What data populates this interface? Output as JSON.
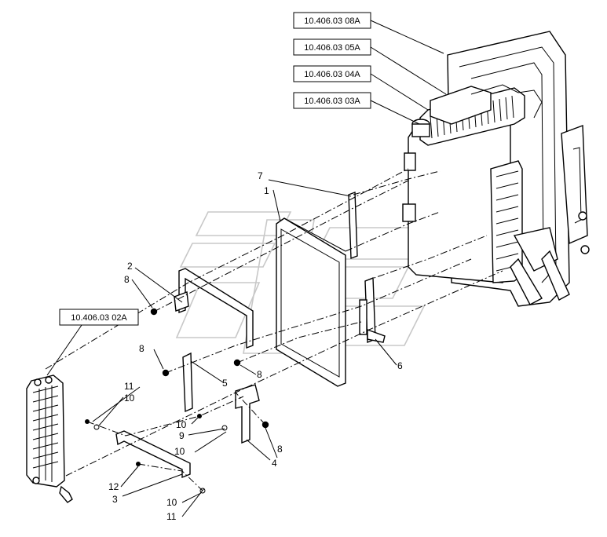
{
  "references": {
    "ref_08a": "10.406.03 08A",
    "ref_05a": "10.406.03 05A",
    "ref_04a": "10.406.03 04A",
    "ref_03a": "10.406.03 03A",
    "ref_02a": "10.406.03 02A"
  },
  "callouts": {
    "c1": "1",
    "c2": "2",
    "c3": "3",
    "c4": "4",
    "c5": "5",
    "c6": "6",
    "c7": "7",
    "c8a": "8",
    "c8b": "8",
    "c8c": "8",
    "c8d": "8",
    "c9": "9",
    "c10a": "10",
    "c10b": "10",
    "c10c": "10",
    "c10d": "10",
    "c11a": "11",
    "c11b": "11",
    "c12": "12"
  },
  "icons": {
    "watermark": "publisher-logo-watermark"
  }
}
